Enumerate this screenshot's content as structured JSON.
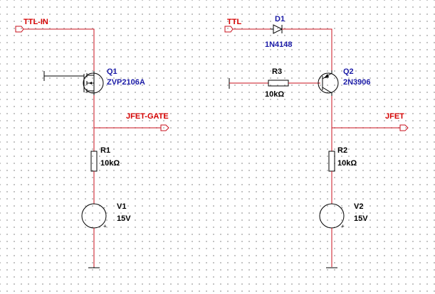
{
  "left_circuit": {
    "input_port": "TTL-IN",
    "transistor": {
      "ref": "Q1",
      "value": "ZVP2106A"
    },
    "output_port": "JFET-GATE",
    "resistor": {
      "ref": "R1",
      "value": "10kΩ"
    },
    "source": {
      "ref": "V1",
      "value": "15V"
    }
  },
  "right_circuit": {
    "input_port": "TTL",
    "diode": {
      "ref": "D1",
      "value": "1N4148"
    },
    "base_resistor": {
      "ref": "R3",
      "value": "10kΩ"
    },
    "transistor": {
      "ref": "Q2",
      "value": "2N3906"
    },
    "output_port": "JFET",
    "resistor": {
      "ref": "R2",
      "value": "10kΩ"
    },
    "source": {
      "ref": "V2",
      "value": "15V"
    }
  },
  "colors": {
    "wire": "#c8101e",
    "net_label": "#d40000",
    "ref_label": "#1a1aa6",
    "component": "#000000",
    "grid_dot": "#b8b8b8"
  }
}
